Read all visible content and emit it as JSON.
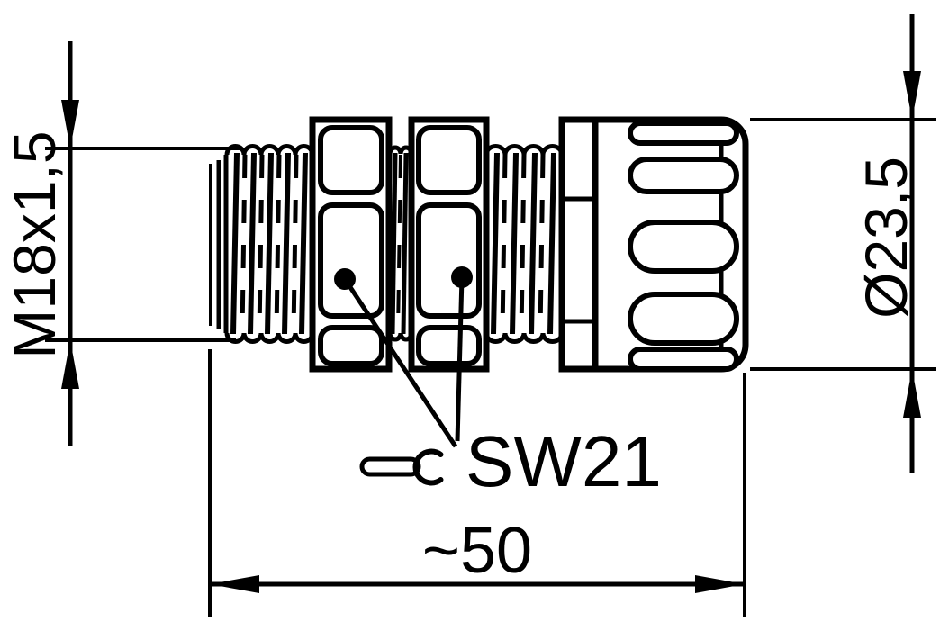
{
  "drawing": {
    "kind": "connector-dimension-drawing",
    "colors": {
      "line": "#000000",
      "background": "#ffffff"
    },
    "labels": {
      "thread_spec": "M18x1,5",
      "diameter": "Ø23,5",
      "wrench_size": "SW21",
      "overall_length": "~50"
    },
    "icons": {
      "wrench": "open-end-wrench-icon"
    }
  }
}
